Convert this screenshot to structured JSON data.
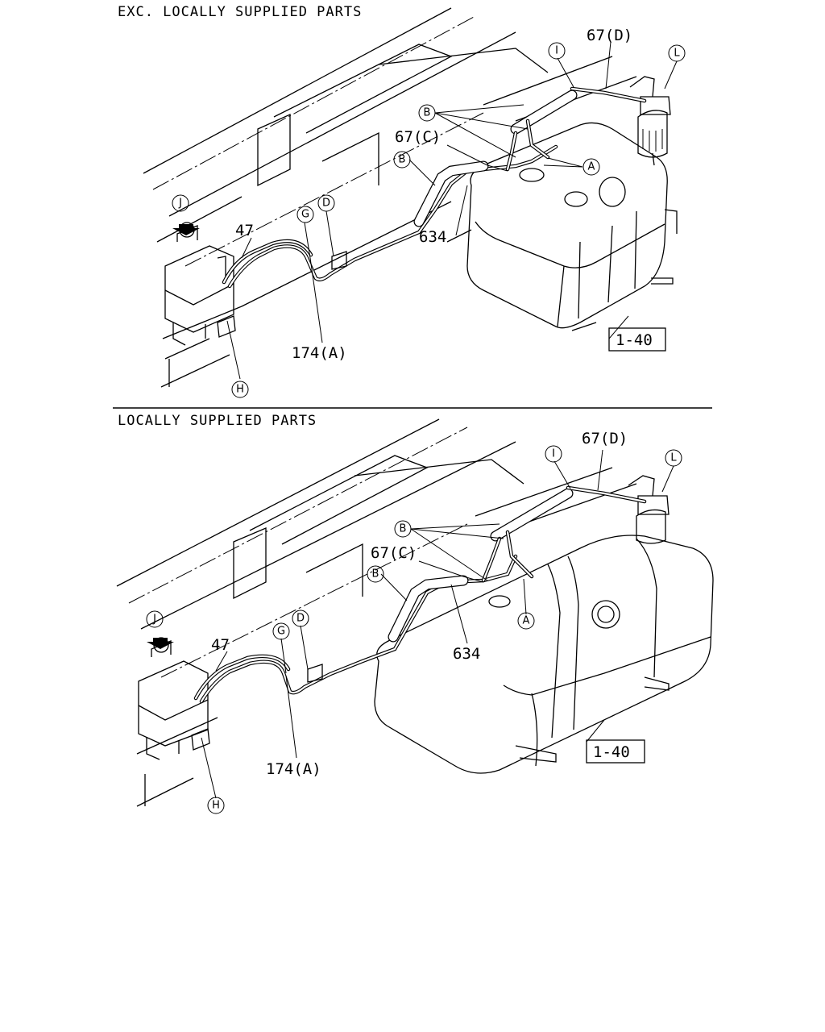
{
  "sections": [
    {
      "title": "EXC. LOCALLY SUPPLIED PARTS",
      "labels": {
        "part_67d": "67(D)",
        "part_67c": "67(C)",
        "part_634": "634",
        "part_47": "47",
        "part_174a": "174(A)",
        "ref_box": "1-40"
      },
      "callouts": {
        "I": "I",
        "L": "L",
        "B1": "B",
        "B2": "B",
        "A": "A",
        "J": "J",
        "G": "G",
        "D": "D",
        "H": "H"
      }
    },
    {
      "title": "LOCALLY SUPPLIED PARTS",
      "labels": {
        "part_67d": "67(D)",
        "part_67c": "67(C)",
        "part_634": "634",
        "part_47": "47",
        "part_174a": "174(A)",
        "ref_box": "1-40"
      },
      "callouts": {
        "I": "I",
        "L": "L",
        "B1": "B",
        "B2": "B",
        "A": "A",
        "J": "J",
        "G": "G",
        "D": "D",
        "H": "H"
      }
    }
  ]
}
